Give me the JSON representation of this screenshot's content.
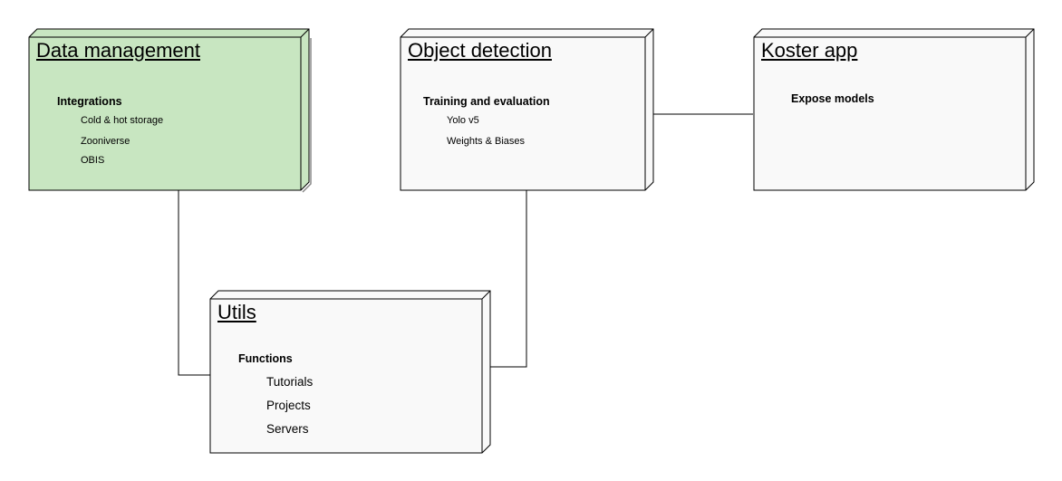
{
  "colors": {
    "green_fill": "#c8e6c1",
    "white_fill": "#f9f9f9",
    "stroke": "#000000"
  },
  "nodes": {
    "data_management": {
      "title": "Data management",
      "section": "Integrations",
      "items": [
        "Cold & hot storage",
        "Zooniverse",
        "OBIS"
      ]
    },
    "object_detection": {
      "title": "Object detection",
      "section": "Training and evaluation",
      "items": [
        "Yolo v5",
        "Weights & Biases"
      ]
    },
    "koster_app": {
      "title": "Koster app",
      "section": "Expose models"
    },
    "utils": {
      "title": "Utils",
      "section": "Functions",
      "items": [
        "Tutorials",
        "Projects",
        "Servers"
      ]
    }
  }
}
